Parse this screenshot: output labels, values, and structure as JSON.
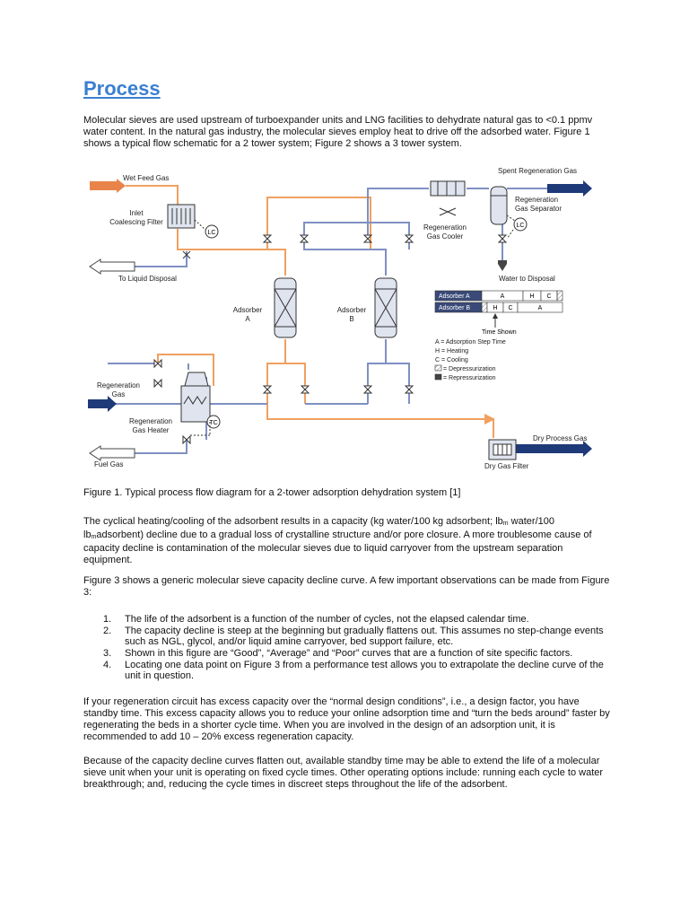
{
  "heading": "Process",
  "intro": "Molecular sieves are used upstream of turboexpander units and LNG facilities to dehydrate natural gas to <0.1 ppmv water content.   In the natural gas industry, the molecular sieves employ heat to drive off the adsorbed water.  Figure 1 shows a typical flow schematic for a 2 tower system; Figure 2 shows a 3 tower system.",
  "diagram": {
    "labels": {
      "wet_feed_gas": "Wet Feed Gas",
      "inlet_filter_1": "Inlet",
      "inlet_filter_2": "Coalescing Filter",
      "lc": "LC",
      "liquid_disposal": "To Liquid Disposal",
      "spent_regen_gas": "Spent Regeneration Gas",
      "regen_sep_1": "Regeneration",
      "regen_sep_2": "Gas Separator",
      "regen_cooler_1": "Regeneration",
      "regen_cooler_2": "Gas Cooler",
      "water_disposal": "Water to Disposal",
      "adsorber_a_1": "Adsorber",
      "adsorber_a_2": "A",
      "adsorber_b_1": "Adsorber",
      "adsorber_b_2": "B",
      "regen_gas_1": "Regeneration",
      "regen_gas_2": "Gas",
      "regen_heater_1": "Regeneration",
      "regen_heater_2": "Gas Heater",
      "tc": "TC",
      "fuel_gas": "Fuel Gas",
      "dry_process_gas": "Dry Process Gas",
      "dry_gas_filter": "Dry Gas Filter"
    },
    "schedule": {
      "row_a": "Adsorber A",
      "row_b": "Adsorber B",
      "a_cells": [
        "A",
        "H",
        "C"
      ],
      "b_cells": [
        "H",
        "C",
        "A"
      ],
      "time_shown": "Time Shown"
    },
    "key": [
      "A = Adsorption Step Time",
      "H = Heating",
      "C = Cooling",
      "= Depressurization",
      "= Repressurization"
    ],
    "colors": {
      "process": "#f0a060",
      "regen": "#7f90c2",
      "dark_arrow": "#1f3a78",
      "orange_arrow": "#e8844a"
    }
  },
  "caption": "Figure 1. Typical process flow diagram for a 2-tower adsorption dehydration system [1]",
  "para2": {
    "a": "The cyclical heating/cooling of the adsorbent results in a capacity (kg water/100 kg adsorbent; lb",
    "sub1": "m",
    "b": " water/100 lb",
    "sub2": "m",
    "c": "adsorbent) decline due to a gradual loss of crystalline structure and/or pore closure.  A more troublesome cause of capacity decline is contamination of the molecular sieves due to liquid carryover from the upstream separation equipment."
  },
  "para3": "Figure 3 shows a generic molecular sieve capacity decline curve.  A few important observations can be made from Figure 3:",
  "list": [
    {
      "num": "1.",
      "text": "The life of the adsorbent is a function of the number of cycles, not the elapsed calendar time."
    },
    {
      "num": "2.",
      "text": "The capacity decline is steep at the beginning but gradually flattens out. This assumes no step-change events such as NGL, glycol, and/or liquid amine carryover, bed support failure, etc."
    },
    {
      "num": "3.",
      "text": "Shown in this figure are “Good”, “Average” and “Poor” curves that are a function of site specific factors."
    },
    {
      "num": "4.",
      "text": "Locating one data point on Figure 3 from a performance test allows you to extrapolate the decline curve of the unit in question."
    }
  ],
  "para4": "If your regeneration circuit has excess capacity over the “normal design conditions”, i.e., a design factor, you have standby time.   This excess capacity allows you to reduce your online adsorption time and “turn the beds around” faster by regenerating the beds in a shorter cycle time.   When you are involved in the design of an adsorption unit, it is recommended to add 10 – 20% excess regeneration capacity.",
  "para5": "Because of the capacity decline curves flatten out, available standby time may be able to extend the life of a molecular sieve unit when your unit is operating on fixed cycle times.  Other operating options include: running each cycle to water breakthrough; and, reducing the cycle times in discreet steps throughout the life of the adsorbent."
}
